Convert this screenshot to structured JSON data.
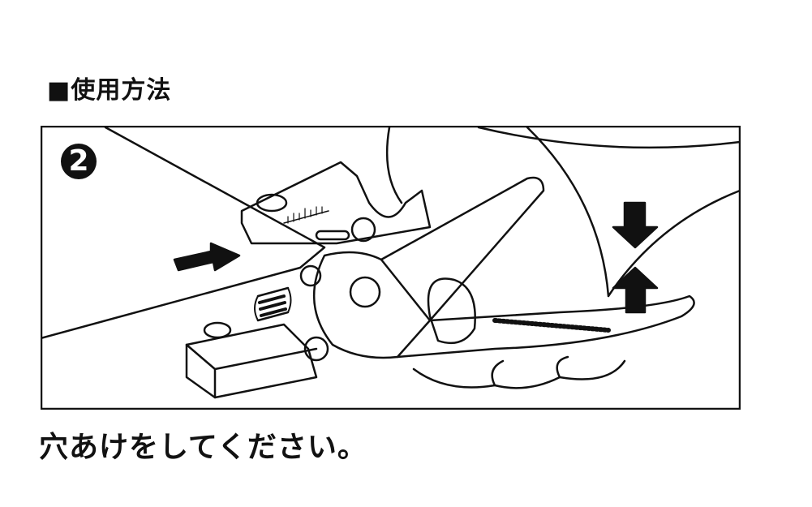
{
  "heading": "■使用方法",
  "step_number": "2",
  "caption": "穴あけをしてください。",
  "colors": {
    "ink": "#111111",
    "paper": "#ffffff"
  }
}
